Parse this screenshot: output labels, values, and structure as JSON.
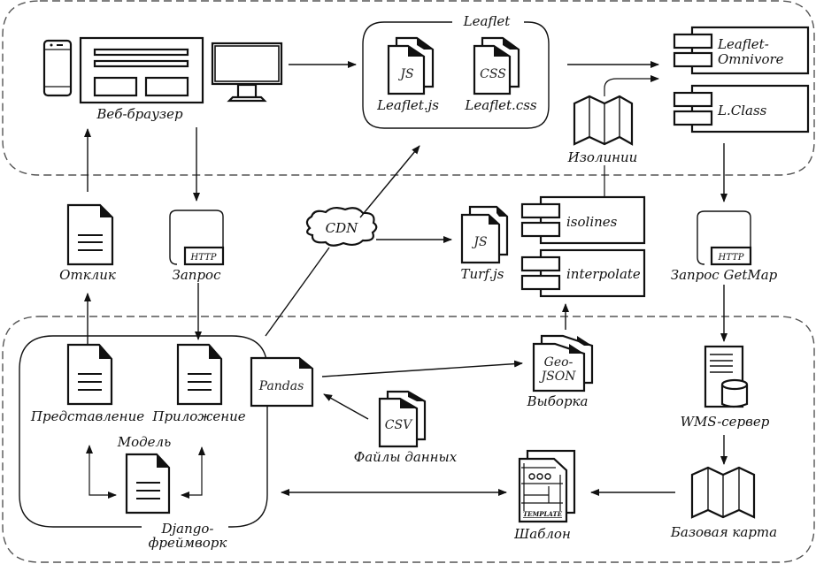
{
  "diagram": {
    "zones": {
      "client": "client-zone",
      "server": "server-zone"
    },
    "labels": {
      "browser": "Веб-браузер",
      "leaflet_group": "Leaflet",
      "leaflet_js": "Leaflet.js",
      "leaflet_css": "Leaflet.css",
      "js_badge": "JS",
      "css_badge": "CSS",
      "omnivore_line1": "Leaflet-",
      "omnivore_line2": "Omnivore",
      "lclass": "L.Class",
      "isolines_map": "Изолинии",
      "response": "Отклик",
      "request": "Запрос",
      "http_badge": "HTTP",
      "cdn": "CDN",
      "turf_badge": "JS",
      "turf": "Turf.js",
      "isolines": "isolines",
      "interpolate": "interpolate",
      "getmap_request": "Запрос GetMap",
      "getmap_http_badge": "HTTP",
      "view": "Представление",
      "app": "Приложение",
      "model": "Модель",
      "django_line1": "Django-",
      "django_line2": "фреймворк",
      "pandas": "Pandas",
      "csv_badge": "CSV",
      "data_files": "Файлы данных",
      "geojson_line1": "Geo-",
      "geojson_line2": "JSON",
      "selection": "Выборка",
      "wms_server": "WMS-сервер",
      "template_badge": "TEMPLATE",
      "template": "Шаблон",
      "base_map": "Базовая карта"
    }
  }
}
